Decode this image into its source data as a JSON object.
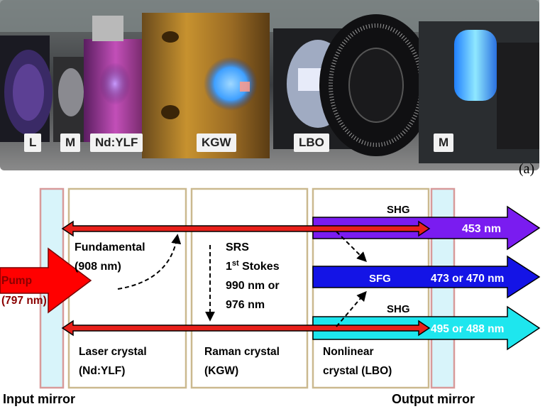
{
  "photo": {
    "labels": [
      "L",
      "M",
      "Nd:YLF",
      "KGW",
      "LBO",
      "M"
    ],
    "panel_label": "(a)"
  },
  "diagram": {
    "pump_line1": "Pump",
    "pump_line2": "(797 nm)",
    "fundamental_line1": "Fundamental",
    "fundamental_line2": "(908 nm)",
    "srs_line1": "SRS",
    "srs_stokes_prefix": "1",
    "srs_stokes_sup": "st",
    "srs_stokes_suffix": " Stokes",
    "srs_line3": "990 nm or",
    "srs_line4": "976 nm",
    "shg_top": "SHG",
    "sfg": "SFG",
    "shg_bottom": "SHG",
    "out_453": "453 nm",
    "out_473": "473 or 470 nm",
    "out_495": "495 or 488 nm",
    "laser_crystal_1": "Laser crystal",
    "laser_crystal_2": "(Nd:YLF)",
    "raman_crystal_1": "Raman crystal",
    "raman_crystal_2": "(KGW)",
    "nonlinear_1": "Nonlinear",
    "nonlinear_2": "crystal (LBO)",
    "input_mirror": "Input mirror",
    "output_mirror": "Output mirror",
    "colors": {
      "pump_red": "#ff0000",
      "intracavity_red": "#e8201a",
      "violet": "#7a1cf0",
      "blue": "#1414e6",
      "cyan": "#1ee6ee",
      "mirror_fill": "#d8f4fa",
      "mirror_border": "#d89a9a",
      "crystal_border": "#cbb98f"
    }
  }
}
